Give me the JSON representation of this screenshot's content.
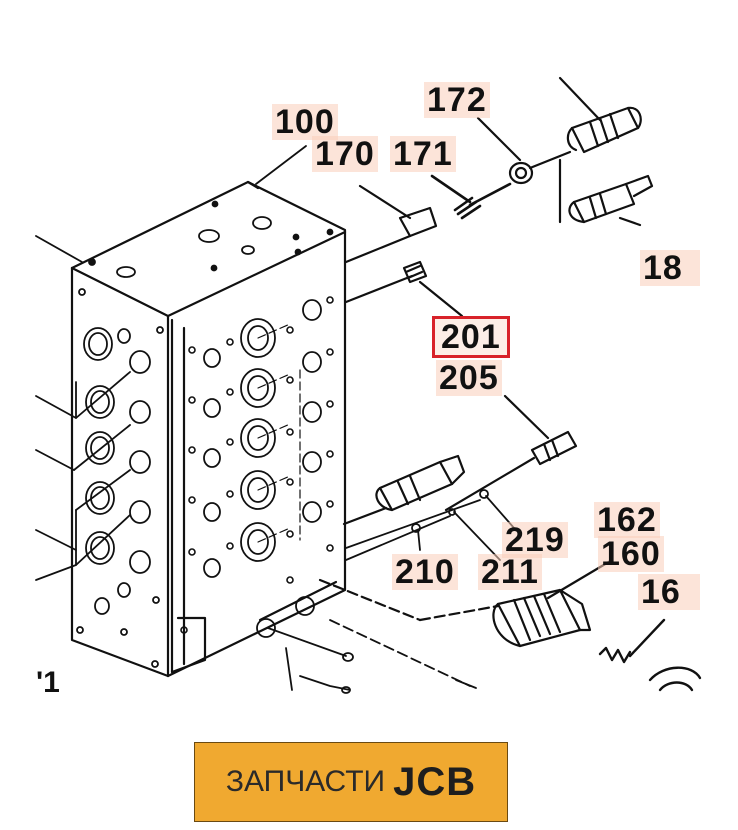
{
  "labels": {
    "p172": "172",
    "p100": "100",
    "p170": "170",
    "p171": "171",
    "p18x": "18",
    "p201": "201",
    "p205": "205",
    "p219": "219",
    "p162": "162",
    "p160": "160",
    "p16x": "16",
    "p210": "210",
    "p211": "211"
  },
  "highlighted_part": "201",
  "figure_mark": "'1",
  "brand": {
    "text": "ЗАПЧАСТИ",
    "logo": "JCB"
  },
  "colors": {
    "highlight_border": "#d8222a",
    "label_background": "#facdb9",
    "brand_background": "#f0a930"
  }
}
